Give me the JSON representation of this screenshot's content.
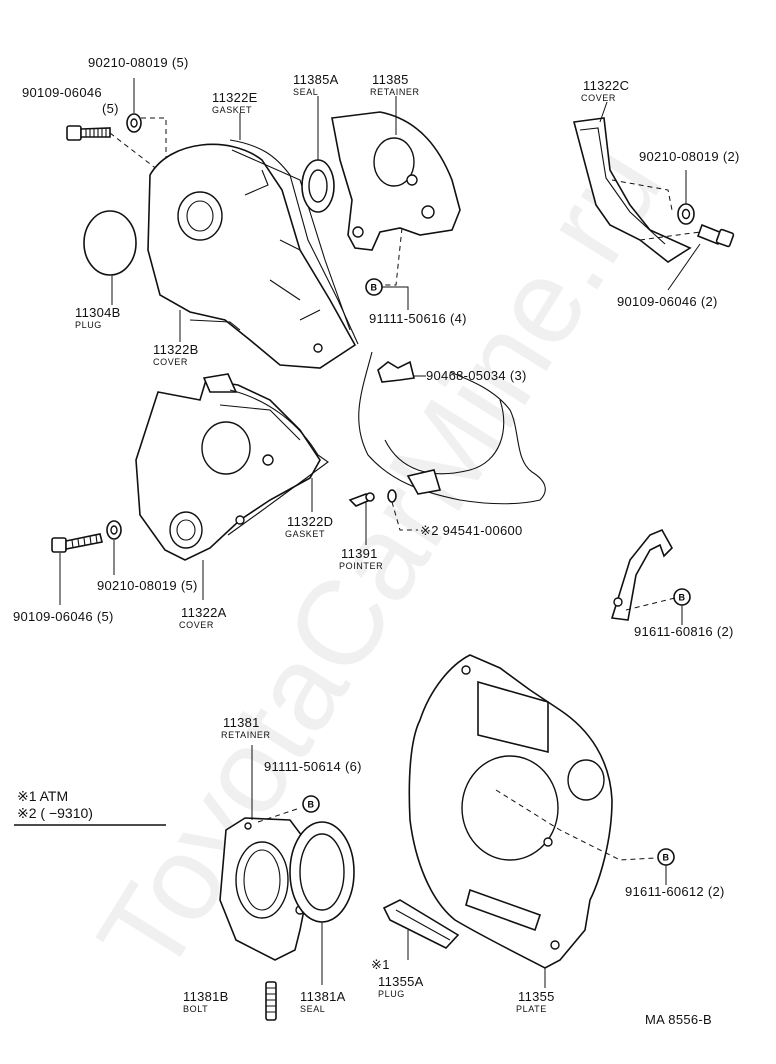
{
  "watermark": "ToyotaCarMine.ru",
  "drawing_code": "MA 8556-B",
  "notes": {
    "line1": "※1 ATM",
    "line2": "※2 (      −9310)"
  },
  "b_mark": "B",
  "parts": {
    "p90210_top": "90210-08019 (5)",
    "p90109_top": "90109-06046",
    "p90109_top_qty": "(5)",
    "p11322E": "11322E",
    "p11322E_name": "GASKET",
    "p11385A": "11385A",
    "p11385A_name": "SEAL",
    "p11385": "11385",
    "p11385_name": "RETAINER",
    "p11322C": "11322C",
    "p11322C_name": "COVER",
    "p90210_right": "90210-08019 (2)",
    "p90109_right": "90109-06046 (2)",
    "p11304B": "11304B",
    "p11304B_name": "PLUG",
    "p91111_4": "91111-50616 (4)",
    "p11322B": "11322B",
    "p11322B_name": "COVER",
    "p90468": "90468-05034 (3)",
    "p11322D": "11322D",
    "p11322D_name": "GASKET",
    "p94541": "※2 94541-00600",
    "p11391": "11391",
    "p11391_name": "POINTER",
    "p90210_left": "90210-08019 (5)",
    "p90109_left": "90109-06046 (5)",
    "p11322A": "11322A",
    "p11322A_name": "COVER",
    "p91611_2a": "91611-60816 (2)",
    "p11381": "11381",
    "p11381_name": "RETAINER",
    "p91111_6": "91111-50614 (6)",
    "p91611_2b": "91611-60612 (2)",
    "p11355A_mark": "※1",
    "p11355A": "11355A",
    "p11355A_name": "PLUG",
    "p11381B": "11381B",
    "p11381B_name": "BOLT",
    "p11381A": "11381A",
    "p11381A_name": "SEAL",
    "p11355": "11355",
    "p11355_name": "PLATE"
  }
}
